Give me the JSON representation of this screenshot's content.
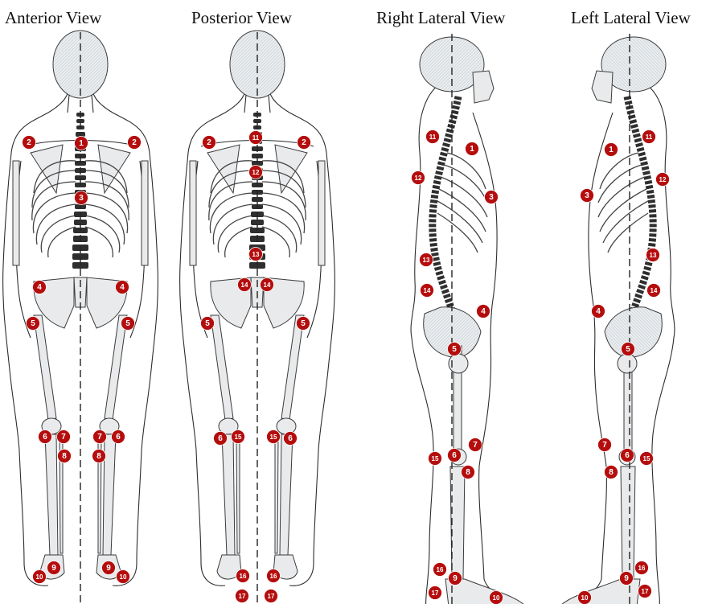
{
  "views": [
    {
      "title": "Anterior View",
      "markers": [
        "1",
        "2",
        "2",
        "3",
        "4",
        "4",
        "5",
        "5",
        "6",
        "7",
        "7",
        "6",
        "8",
        "8",
        "9",
        "9",
        "10",
        "10"
      ]
    },
    {
      "title": "Posterior View",
      "markers": [
        "11",
        "2",
        "2",
        "12",
        "13",
        "14",
        "14",
        "5",
        "5",
        "6",
        "15",
        "15",
        "6",
        "16",
        "16",
        "17",
        "17"
      ]
    },
    {
      "title": "Right Lateral View",
      "markers": [
        "11",
        "1",
        "12",
        "3",
        "13",
        "14",
        "4",
        "5",
        "7",
        "15",
        "6",
        "8",
        "16",
        "9",
        "17",
        "10"
      ]
    },
    {
      "title": "Left Lateral View",
      "markers": [
        "1",
        "11",
        "12",
        "3",
        "13",
        "14",
        "4",
        "5",
        "7",
        "6",
        "15",
        "8",
        "16",
        "9",
        "10",
        "17"
      ]
    }
  ],
  "colors": {
    "marker_fill": "#b50d0d",
    "marker_text": "#ffffff",
    "bone_fill": "#e8eaec",
    "outline": "#2c2c2c"
  }
}
